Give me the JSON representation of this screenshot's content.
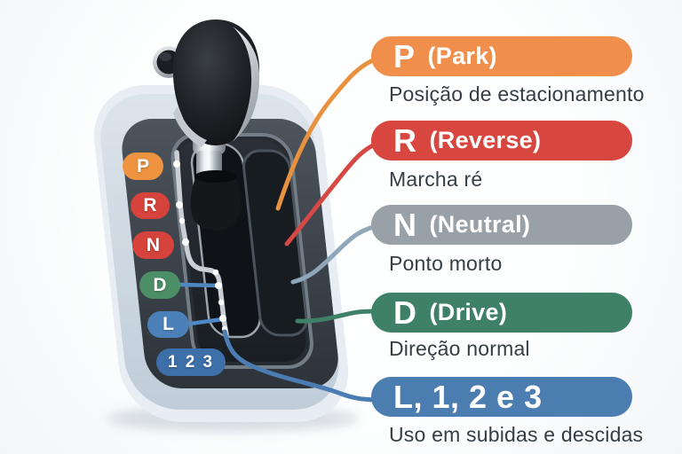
{
  "legend": {
    "items": [
      {
        "id": "park",
        "letter": "P",
        "name": "(Park)",
        "description": "Posição de estacionamento",
        "color": "#EF8F4B"
      },
      {
        "id": "reverse",
        "letter": "R",
        "name": "(Reverse)",
        "description": "Marcha ré",
        "color": "#D8473F"
      },
      {
        "id": "neutral",
        "letter": "N",
        "name": "(Neutral)",
        "description": "Ponto morto",
        "color": "#99A1A8"
      },
      {
        "id": "drive",
        "letter": "D",
        "name": "(Drive)",
        "description": "Direção normal",
        "color": "#3F8168"
      },
      {
        "id": "low",
        "letter": "L, 1, 2 e 3",
        "name": "",
        "description": "Uso em subidas e descidas",
        "color": "#4C7DB1"
      }
    ]
  },
  "shifter": {
    "badges": [
      {
        "label": "P",
        "color": "#EE9440"
      },
      {
        "label": "R",
        "color": "#D5433C"
      },
      {
        "label": "N",
        "color": "#D5433C"
      },
      {
        "label": "D",
        "color": "#4C8E66"
      },
      {
        "label": "L",
        "color": "#4B80B8"
      },
      {
        "label": "1 2 3",
        "color": "#3D6FA8"
      }
    ]
  },
  "colors": {
    "background": "#FBFCFD",
    "console_surround": "#CBD7E1",
    "console_plate": "#3E454D",
    "connector_park": "#E8923F",
    "connector_reverse": "#D64843",
    "connector_neutral": "#90A7BA",
    "connector_drive": "#3F8168",
    "connector_low": "#4B7DB3",
    "description_text": "#353D45"
  }
}
